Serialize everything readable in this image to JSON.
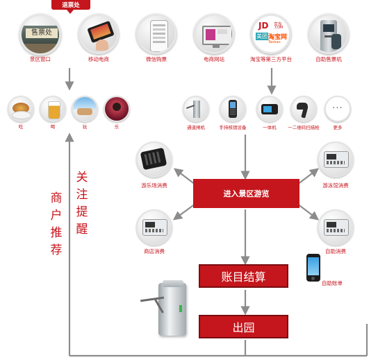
{
  "refund_tab": "退票处",
  "top_channels": [
    {
      "label": "景区窗口",
      "icon": "ticket-window-icon"
    },
    {
      "label": "移动电商",
      "icon": "mobile-phone-icon"
    },
    {
      "label": "微信购票",
      "icon": "wechat-purchase-icon"
    },
    {
      "label": "电商网站",
      "icon": "ecommerce-site-icon"
    },
    {
      "label": "淘宝等第三方平台",
      "icon": "third-party-platform-icon"
    },
    {
      "label": "自助售票机",
      "icon": "self-service-ticket-machine-icon"
    }
  ],
  "platform_logos": {
    "jd": "JD",
    "jd_cn": "京东",
    "jd_com": ".COM",
    "meituan": "美团",
    "taobao": "淘宝网",
    "taobao_en": "Taobao"
  },
  "services": [
    {
      "label": "吃",
      "icon": "food-icon"
    },
    {
      "label": "喝",
      "icon": "drink-icon"
    },
    {
      "label": "玩",
      "icon": "play-icon"
    },
    {
      "label": "乐",
      "icon": "entertainment-icon"
    }
  ],
  "devices": [
    {
      "label": "通道闸机",
      "icon": "turnstile-gate-icon"
    },
    {
      "label": "手持核销设备",
      "icon": "handheld-verifier-icon"
    },
    {
      "label": "一体机",
      "icon": "all-in-one-terminal-icon"
    },
    {
      "label": "一二维码扫描枪",
      "icon": "barcode-scanner-icon"
    },
    {
      "label": "更多",
      "icon": "more-icon",
      "symbol": "···"
    }
  ],
  "center_box": "进入景区游览",
  "consumption_points": [
    {
      "label": "游乐场消费",
      "icon": "card-reader-icon"
    },
    {
      "label": "游泳馆消费",
      "icon": "pos-terminal-icon"
    },
    {
      "label": "商店消费",
      "icon": "pos-terminal-icon"
    },
    {
      "label": "自助消费",
      "icon": "pos-terminal-icon"
    }
  ],
  "self_bill": "自助账单",
  "settlement_box": "账目结算",
  "exit_box": "出园",
  "side_text_left": "商户推荐",
  "side_text_right": "关注提醒",
  "colors": {
    "accent": "#c4161c",
    "arrow": "#8c8c8c"
  }
}
